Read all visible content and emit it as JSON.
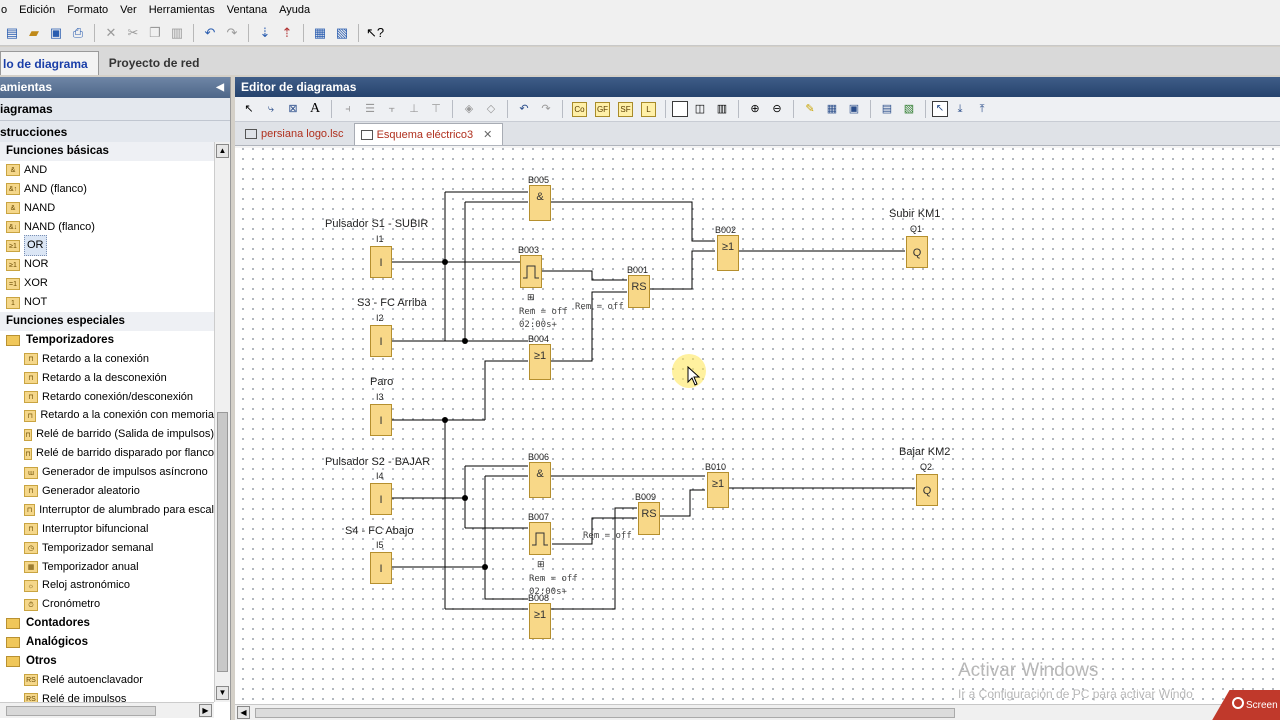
{
  "menu": [
    "o",
    "Edición",
    "Formato",
    "Ver",
    "Herramientas",
    "Ventana",
    "Ayuda"
  ],
  "top_tabs": {
    "active": "lo de diagrama",
    "other": "Proyecto de red"
  },
  "left": {
    "header": "amientas",
    "section1": "iagramas",
    "section2": "strucciones",
    "basic_title": "Funciones básicas",
    "basic": [
      {
        "icon": "&",
        "label": "AND"
      },
      {
        "icon": "&↑",
        "label": "AND (flanco)"
      },
      {
        "icon": "&",
        "label": "NAND"
      },
      {
        "icon": "&↓",
        "label": "NAND (flanco)"
      },
      {
        "icon": "≥1",
        "label": "OR"
      },
      {
        "icon": "≥1",
        "label": "NOR"
      },
      {
        "icon": "=1",
        "label": "XOR"
      },
      {
        "icon": "1",
        "label": "NOT"
      }
    ],
    "special_title": "Funciones especiales",
    "timers_title": "Temporizadores",
    "timers": [
      "Retardo a la conexión",
      "Retardo a la desconexión",
      "Retardo conexión/desconexión",
      "Retardo a la conexión con memoria",
      "Relé de barrido (Salida de impulsos)",
      "Relé de barrido disparado por flanco",
      "Generador de impulsos asíncrono",
      "Generador aleatorio",
      "Interruptor de alumbrado para escal",
      "Interruptor bifuncional",
      "Temporizador semanal",
      "Temporizador anual",
      "Reloj astronómico",
      "Cronómetro"
    ],
    "counters": "Contadores",
    "analog": "Analógicos",
    "others": "Otros",
    "others_items": [
      "Relé autoenclavador",
      "Relé de impulsos"
    ]
  },
  "editor": {
    "title": "Editor de diagramas",
    "tabs": [
      "persiana logo.lsc",
      "Esquema eléctrico3"
    ],
    "toolbar_boxes": [
      "Co",
      "GF",
      "SF",
      "L"
    ]
  },
  "diagram": {
    "inputs": [
      {
        "caption": "Pulsador S1 - SUBIR",
        "id": "I1",
        "sym": "I"
      },
      {
        "caption": "S3 - FC Arriba",
        "id": "I2",
        "sym": "I"
      },
      {
        "caption": "Paro",
        "id": "I3",
        "sym": "I"
      },
      {
        "caption": "Pulsador S2 - BAJAR",
        "id": "I4",
        "sym": "I"
      },
      {
        "caption": "S4 - FC Abajo",
        "id": "I5",
        "sym": "I"
      }
    ],
    "blocks": [
      {
        "id": "B005",
        "sym": "&"
      },
      {
        "id": "B003",
        "sym": ""
      },
      {
        "id": "B004",
        "sym": "≥1"
      },
      {
        "id": "B001",
        "sym": "RS"
      },
      {
        "id": "B002",
        "sym": "≥1"
      },
      {
        "id": "B006",
        "sym": "&"
      },
      {
        "id": "B007",
        "sym": ""
      },
      {
        "id": "B008",
        "sym": "≥1"
      },
      {
        "id": "B009",
        "sym": "RS"
      },
      {
        "id": "B010",
        "sym": "≥1"
      }
    ],
    "outputs": [
      {
        "caption": "Subir KM1",
        "id": "Q1",
        "sym": "Q"
      },
      {
        "caption": "Bajar KM2",
        "id": "Q2",
        "sym": "Q"
      }
    ],
    "params": {
      "rem": "Rem = off",
      "time": "02:00s+"
    }
  },
  "watermark": {
    "line1": "Activar Windows",
    "line2": "Ir a Configuración de PC para activar Windo"
  },
  "overlay": "Screen"
}
